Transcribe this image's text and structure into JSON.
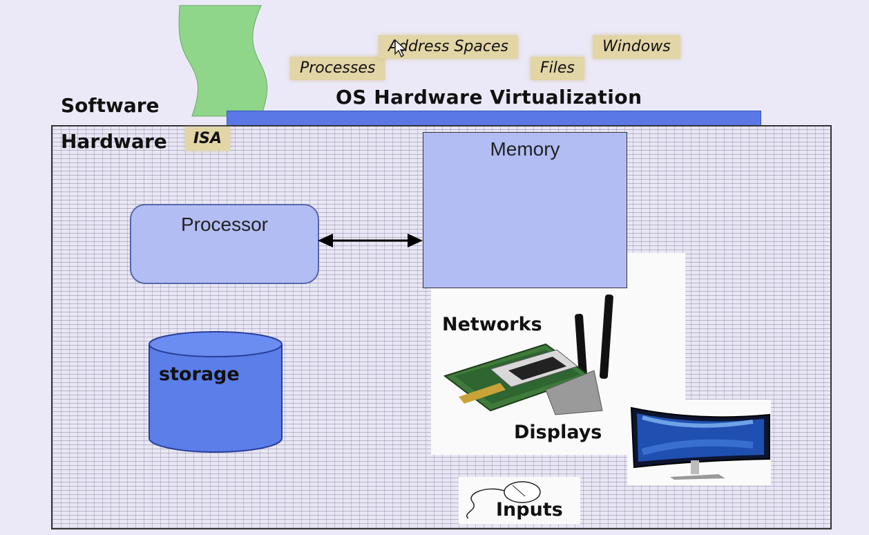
{
  "labels": {
    "software": "Software",
    "hardware": "Hardware",
    "isa": "ISA",
    "os_virtualization": "OS Hardware Virtualization",
    "processes": "Processes",
    "address_spaces": "Address Spaces",
    "files": "Files",
    "windows": "Windows",
    "processor": "Processor",
    "memory": "Memory",
    "storage": "storage",
    "networks": "Networks",
    "displays": "Displays",
    "inputs": "Inputs"
  },
  "colors": {
    "software_shape": "#8fd68a",
    "os_bar": "#5b78e6",
    "component_fill": "#b2bdf3",
    "storage_fill": "#5b7ee8",
    "tag_fill": "#e2d5a6",
    "background": "#ebe9f7"
  },
  "icons": [
    "cursor-icon",
    "network-card-icon",
    "monitor-icon",
    "mouse-icon"
  ]
}
